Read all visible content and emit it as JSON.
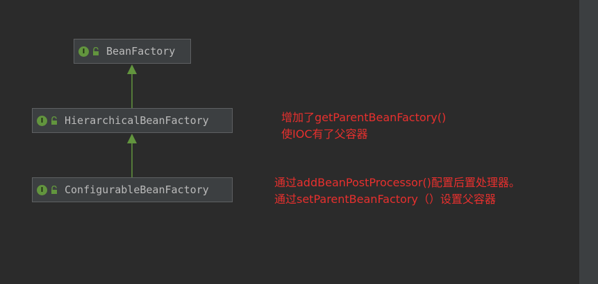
{
  "diagram": {
    "nodes": [
      {
        "id": "bean-factory",
        "kind_badge": "I",
        "label": "BeanFactory"
      },
      {
        "id": "hierarchical-bean-factory",
        "kind_badge": "I",
        "label": "HierarchicalBeanFactory"
      },
      {
        "id": "configurable-bean-factory",
        "kind_badge": "I",
        "label": "ConfigurableBeanFactory"
      }
    ],
    "edges": [
      {
        "from": "hierarchical-bean-factory",
        "to": "bean-factory",
        "type": "extends"
      },
      {
        "from": "configurable-bean-factory",
        "to": "hierarchical-bean-factory",
        "type": "extends"
      }
    ],
    "edge_color": "#62953e",
    "icons": {
      "badge": "interface-icon",
      "access": "unlock-icon"
    }
  },
  "notes": {
    "hierarchical": {
      "line1": "增加了getParentBeanFactory()",
      "line2": "使IOC有了父容器"
    },
    "configurable": {
      "line1": "通过addBeanPostProcessor()配置后置处理器。",
      "line2": "通过setParentBeanFactory（）设置父容器"
    },
    "color": "#e8302e"
  }
}
